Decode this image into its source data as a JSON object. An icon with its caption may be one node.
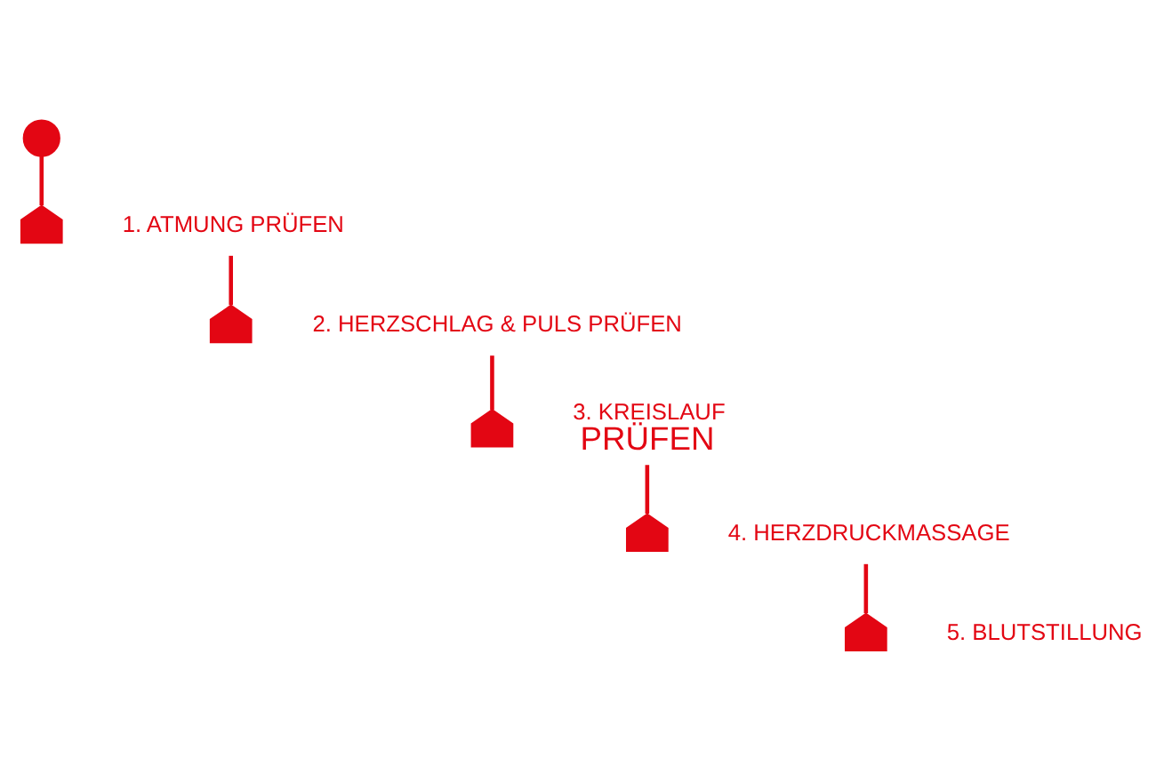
{
  "diagram": {
    "nodes": [
      {
        "text": [],
        "shape": "circle"
      },
      {
        "text": [],
        "shape": "dog"
      },
      {
        "text": [
          "1. ATMUNG PRÜFEN"
        ]
      },
      {
        "text": [],
        "shape": "dog"
      },
      {
        "text": [
          "2. HERZSCHLAG & PULS PRÜFEN"
        ]
      },
      {
        "text": [],
        "shape": "dog"
      },
      {
        "text": [
          "3. KREISLAUF",
          "PRÜFEN"
        ]
      },
      {
        "text": [],
        "shape": "dog"
      },
      {
        "text": [
          "4. HERZDRUCKMASSAGE"
        ]
      },
      {
        "text": [],
        "shape": "dog"
      },
      {
        "text": [
          "5. BLUTSTILLUNG"
        ]
      }
    ],
    "edges": [
      {
        "from": 0,
        "to": 1,
        "arrow": "none"
      },
      {
        "from": 2,
        "to": 3,
        "arrow": "none"
      },
      {
        "from": 4,
        "to": 5,
        "arrow": "none"
      },
      {
        "from": 6,
        "to": 7,
        "arrow": "none"
      },
      {
        "from": 8,
        "to": 9,
        "arrow": "none"
      }
    ]
  }
}
